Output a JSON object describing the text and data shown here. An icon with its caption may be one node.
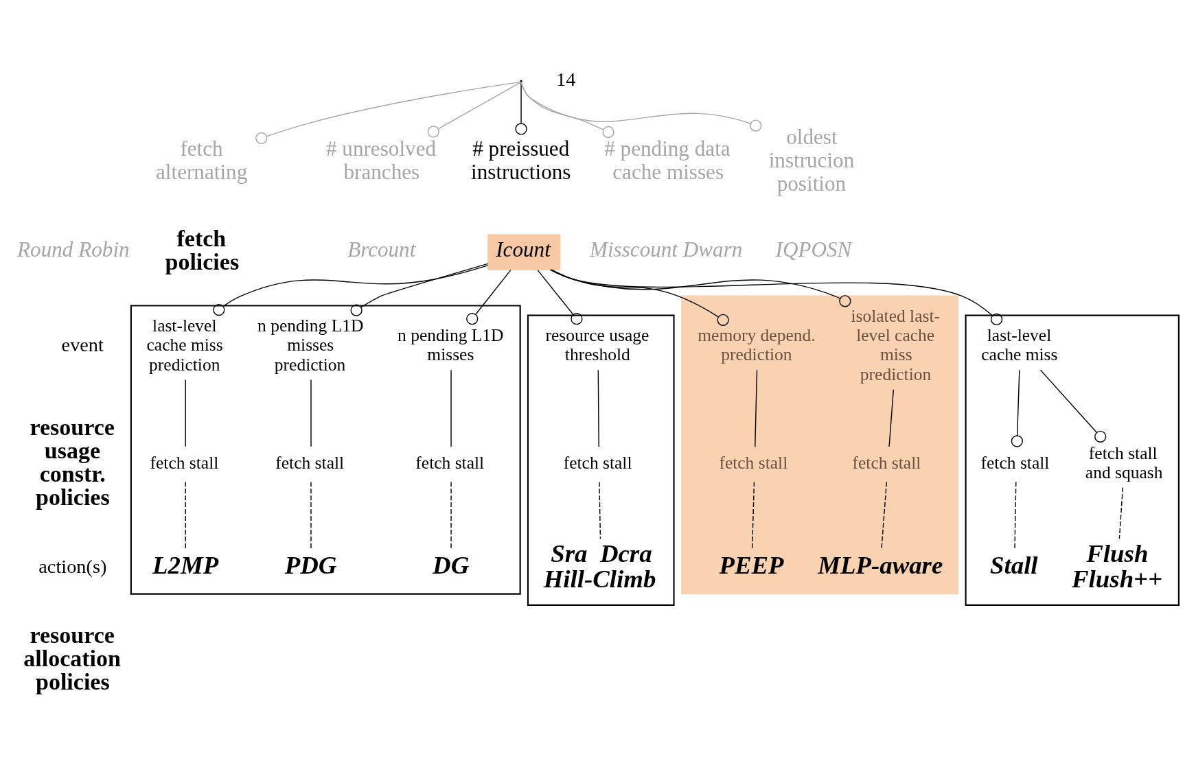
{
  "diagram": {
    "nodes": [
      {
        "text": [],
        "shape": "point"
      },
      {
        "text": [
          "fetch alternating"
        ]
      },
      {
        "text": [
          "# unresolved branches"
        ]
      },
      {
        "text": [
          "# preissued instructions"
        ]
      },
      {
        "text": [
          "# pending data cache misses"
        ]
      },
      {
        "text": [
          "oldest instrucion position"
        ]
      },
      {
        "text": [
          "Round Robin"
        ]
      },
      {
        "text": [
          "Brcount"
        ]
      },
      {
        "text": [
          "Icount"
        ]
      },
      {
        "text": [
          "Misscount Dwarn"
        ]
      },
      {
        "text": [
          "IQPOSN"
        ]
      },
      {
        "text": [],
        "shape": "box"
      },
      {
        "text": [
          "last-level cache miss"
        ],
        "in": 11
      },
      {
        "text": [
          "fetch stall"
        ],
        "in": 11
      },
      {
        "text": [
          "fetch stall and squash"
        ],
        "in": 11
      },
      {
        "text": [
          "Stall"
        ],
        "in": 11
      },
      {
        "text": [
          "Flush",
          "Flush++"
        ],
        "in": 11
      },
      {
        "text": [],
        "shape": "box"
      },
      {
        "text": [
          "n pending L1D misses"
        ],
        "in": 17
      },
      {
        "text": [
          "n pending L1D misses prediction"
        ],
        "in": 17
      },
      {
        "text": [
          "last-level cache miss prediction"
        ],
        "in": 17
      },
      {
        "text": [
          "fetch stall"
        ],
        "in": 17
      },
      {
        "text": [
          "fetch stall"
        ],
        "in": 17
      },
      {
        "text": [
          "fetch stall"
        ],
        "in": 17
      },
      {
        "text": [
          "DG"
        ],
        "in": 17
      },
      {
        "text": [
          "PDG"
        ],
        "in": 17
      },
      {
        "text": [
          "L2MP"
        ],
        "in": 17
      },
      {
        "text": [],
        "shape": "box"
      },
      {
        "text": [
          "resource usage threshold"
        ],
        "in": 27
      },
      {
        "text": [
          "fetch stall"
        ],
        "in": 27
      },
      {
        "text": [
          "Sra  Dcra",
          "Hill-Climb"
        ],
        "in": 27
      },
      {
        "text": [],
        "shape": "box"
      },
      {
        "text": [
          "isolated last-level cache miss prediction"
        ],
        "in": 31
      },
      {
        "text": [
          "memory depend. prediction"
        ],
        "in": 31
      },
      {
        "text": [
          "fetch stall"
        ],
        "in": 31
      },
      {
        "text": [
          "fetch stall"
        ],
        "in": 31
      },
      {
        "text": [
          "MLP-aware"
        ],
        "in": 31
      },
      {
        "text": [
          "PEEP"
        ],
        "in": 31
      }
    ],
    "edges": [
      {
        "from": 0,
        "to": 1,
        "arrow": "other",
        "color": "#a6a6a6"
      },
      {
        "from": 0,
        "to": 2,
        "arrow": "other",
        "color": "#a6a6a6"
      },
      {
        "from": 0,
        "to": 3,
        "arrow": "other"
      },
      {
        "from": 0,
        "to": 4,
        "arrow": "other",
        "color": "#a6a6a6"
      },
      {
        "from": 0,
        "to": 5,
        "arrow": "other",
        "color": "#a6a6a6"
      },
      {
        "from": 8,
        "to": 12,
        "arrow": "other"
      },
      {
        "from": 8,
        "to": 18,
        "arrow": "other"
      },
      {
        "from": 8,
        "to": 19,
        "arrow": "other"
      },
      {
        "from": 8,
        "to": 20,
        "arrow": "other"
      },
      {
        "from": 8,
        "to": 28,
        "arrow": "other"
      },
      {
        "from": 8,
        "to": 32,
        "arrow": "other"
      },
      {
        "from": 8,
        "to": 33,
        "arrow": "other"
      },
      {
        "from": 12,
        "to": 13,
        "arrow": "other"
      },
      {
        "from": 12,
        "to": 14,
        "arrow": "other"
      },
      {
        "from": 13,
        "to": 15,
        "arrow": "none",
        "style": "dashed"
      },
      {
        "from": 14,
        "to": 16,
        "arrow": "none",
        "style": "dashed"
      },
      {
        "from": 18,
        "to": 21,
        "arrow": "none"
      },
      {
        "from": 19,
        "to": 22,
        "arrow": "none"
      },
      {
        "from": 20,
        "to": 23,
        "arrow": "none"
      },
      {
        "from": 21,
        "to": 24,
        "arrow": "none",
        "style": "dashed"
      },
      {
        "from": 22,
        "to": 25,
        "arrow": "none",
        "style": "dashed"
      },
      {
        "from": 23,
        "to": 26,
        "arrow": "none",
        "style": "dashed"
      },
      {
        "from": 28,
        "to": 29,
        "arrow": "none"
      },
      {
        "from": 29,
        "to": 30,
        "arrow": "none",
        "style": "dashed"
      },
      {
        "from": 32,
        "to": 34,
        "arrow": "none"
      },
      {
        "from": 33,
        "to": 35,
        "arrow": "none"
      },
      {
        "from": 34,
        "to": 36,
        "arrow": "none",
        "style": "dashed"
      },
      {
        "from": 35,
        "to": 37,
        "arrow": "none",
        "style": "dashed"
      }
    ],
    "labels": [
      "fetch policies",
      "event",
      "resource usage constr. policies",
      "action(s)",
      "resource allocation policies",
      "14"
    ]
  }
}
